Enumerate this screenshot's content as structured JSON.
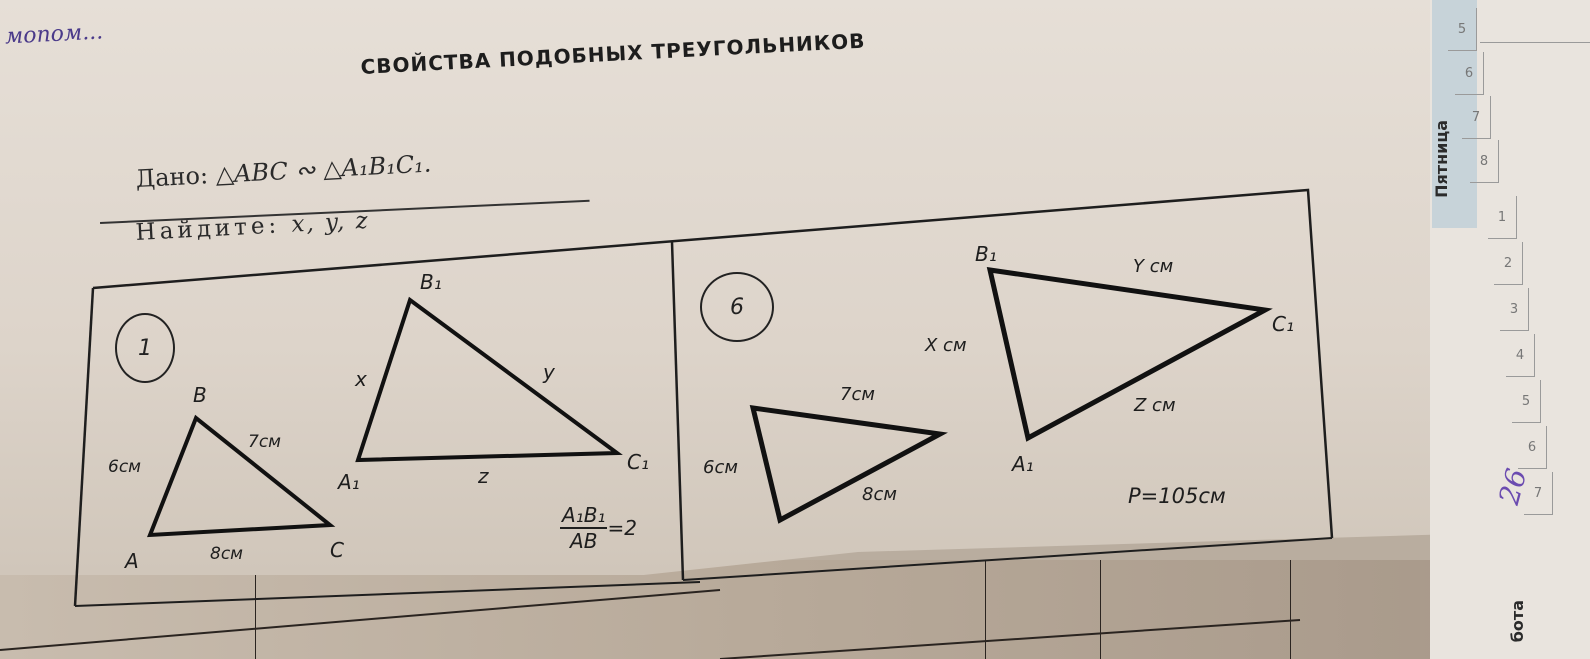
{
  "header": {
    "handwriting_top": "мопом...",
    "title": "СВОЙСТВА ПОДОБНЫХ ТРЕУГОЛЬНИКОВ"
  },
  "given": {
    "label": "Дано:",
    "statement": "△ABC ∾ △A₁B₁C₁."
  },
  "find": {
    "label": "Найдите:",
    "variables": "x, y, z"
  },
  "problems": [
    {
      "number": "1",
      "small_triangle": {
        "vertices": [
          "A",
          "B",
          "C"
        ],
        "sides": {
          "AB": "6см",
          "BC": "7см",
          "AC": "8см"
        }
      },
      "large_triangle": {
        "vertices": [
          "A₁",
          "B₁",
          "C₁"
        ],
        "sides": {
          "A1B1": "x",
          "B1C1": "y",
          "A1C1": "z"
        }
      },
      "ratio": {
        "numerator": "A₁B₁",
        "denominator": "AB",
        "value": "=2"
      }
    },
    {
      "number": "6",
      "small_triangle": {
        "sides": {
          "left": "6см",
          "top": "7см",
          "bottom": "8см"
        }
      },
      "large_triangle": {
        "vertices": [
          "A₁",
          "B₁",
          "C₁"
        ],
        "sides": {
          "A1B1": "X см",
          "B1C1": "Y см",
          "A1C1": "Z см"
        }
      },
      "perimeter": "P=105см"
    }
  ],
  "planner": {
    "friday_label": "Пятница",
    "saturday_label": "бота",
    "handwritten_date": "26",
    "friday_periods": [
      "5",
      "6",
      "7",
      "8"
    ],
    "saturday_periods": [
      "1",
      "2",
      "3",
      "4",
      "5",
      "6",
      "7"
    ]
  }
}
